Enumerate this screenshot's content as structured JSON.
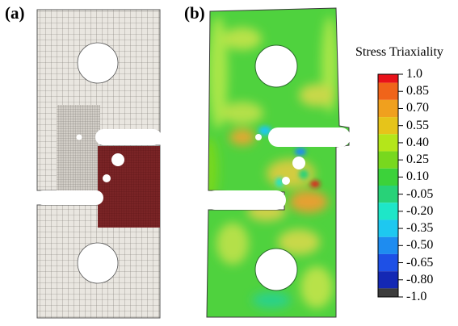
{
  "panel_a": {
    "label": "(a)"
  },
  "panel_b": {
    "label": "(b)"
  },
  "legend": {
    "title": "Stress Triaxiality",
    "ticks": [
      "1.0",
      "0.85",
      "0.70",
      "0.55",
      "0.40",
      "0.25",
      "0.10",
      "-0.05",
      "-0.20",
      "-0.35",
      "-0.50",
      "-0.65",
      "-0.80",
      "-1.0"
    ],
    "colors": [
      "#e8121a",
      "#f0641a",
      "#f0a01e",
      "#e6c41a",
      "#b4e61a",
      "#78d81e",
      "#3cd23a",
      "#28d278",
      "#1ee6c8",
      "#1ec8f0",
      "#1e8cf0",
      "#1e50e6",
      "#1428b4",
      "#3c3c3c"
    ]
  },
  "colors": {
    "mesh_background": "#e9e6e0",
    "mesh_lines": "#7a7670",
    "refined_region": "#7a2426",
    "field_base": "#4fd23e"
  }
}
